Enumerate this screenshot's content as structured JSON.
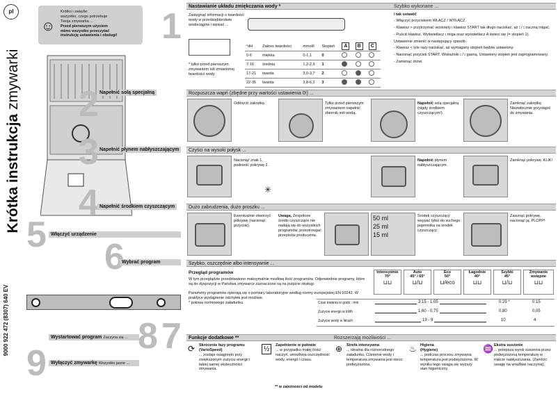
{
  "side": {
    "lang": "pl",
    "title_bold": "Krótka instrukcja",
    "title_rest": " zmywarki",
    "code": "9000 922 472 (8307) 640 EV"
  },
  "intro": {
    "line1": "Krótko i zwięźle:",
    "line2": "wszystko, czego potrzebuje",
    "line3": "Twoja zmywarka ...",
    "bold1": "Przed pierwszym użyciem",
    "bold2": "mimo wszystko przeczytać",
    "bold3": "instrukcję ustawienia i obsługi!"
  },
  "numbers": {
    "n1": "1",
    "n2": "2",
    "n3": "3",
    "n4": "4",
    "n5": "5",
    "n6": "6",
    "n7": "7",
    "n8": "8",
    "n9": "9"
  },
  "labels": {
    "salt": "Napełnić solą specjalną",
    "rinse": "Napełnić płynem nabłyszczającym",
    "detergent": "Napełnić środkiem czyszczącym",
    "power": "Włączyć urządzenie",
    "program": "Wybrać program",
    "start": "Wystartować program",
    "start_sub": "Zaczyna się ...",
    "off": "Wyłączyć zmywarkę",
    "off_sub": "Wszystko jasne ..."
  },
  "s1": {
    "head": "Nastawianie układu zmiękczania wody *",
    "right": "Szybko wykonane ...",
    "left_text": "Zasięgnąć informacji o twardości wody w przedsiębiorstwie wodociągów i wpisać ...",
    "footnote": "* tylko przed pierwszym zmywaniem lub zmianionej twardości wody",
    "table_head": [
      "°dH",
      "Zakres twardości",
      "mmol/l",
      "Stopień"
    ],
    "cols": [
      "A",
      "B",
      "C"
    ],
    "rows": [
      [
        "0-6",
        "miękka",
        "0-1,1",
        "0"
      ],
      [
        "7-16",
        "średnia",
        "1,2-2,9",
        "1"
      ],
      [
        "17-21",
        "twarda",
        "3,0-3,7",
        "2"
      ],
      [
        "22-35",
        "twarda",
        "3,8-6,2",
        "3"
      ]
    ],
    "steps_title": "i tak ustawić",
    "steps": [
      "- Włączyć przyciskiem WŁĄCZ / WYŁĄCZ.",
      "- Klawisz > przytrzymać wciśnięty i klawisz START tak długo naciskać, aż ⦂ / ⦂ zaczną migać.",
      "- Puścić klawisz. Wyświetlacz ⦂ miga oraz wyświetlacz A świeci się (= stopień 1).",
      "Ustawienie zmienić w następujący sposób.",
      "- Klawisz < tyle razy naciskać, aż wymagany stopień będzie ustawiony.",
      "- Nacisnąć przycisk START. Wskaźniki ⦂ / ⦂ gasną. Ustawiony stopień jest zaprogramowany.",
      "- Zamknąć drzwi."
    ]
  },
  "s2": {
    "head": "Rozpuszcza wapń (zbędne przy wartości ustawienia 0!) ...",
    "c1": "Odkręcić zakrętkę.",
    "c2": "Tylko przed pierwszym zmywaniem napełnić zbiornik soli wodą.",
    "c3_bold": "Napełnić",
    "c3": "solą specjalną (nigdy środkiem czyszczącym!).",
    "c4": "Zamknąć zakrętkę. Niezwłocznie przystąpić do zmywania."
  },
  "s3": {
    "head": "Czyści na wysoki połysk ...",
    "c1": "Nacisnąć znak 1, podnieść pokrywę 2.",
    "c2_bold": "Napełnić",
    "c2": "płynem nabłyszczającym.",
    "c3": "Zamknąć pokrywę. KLIK!"
  },
  "s4": {
    "head": "Dużo zabrudzenia, dużo proszku ...",
    "c1": "Ewentualnie otworzyć pokrywę (nacisnąć przycisk).",
    "c2_bold": "Uwaga,",
    "c2": "Zespolone środki czyszczące nie nadają się do wszystkich programów, przestrzegać przepisów producenta.",
    "ml": [
      "50 ml",
      "25 ml",
      "15 ml"
    ],
    "c3": "Środek czyszczący wsypać tylko do suchego pojemnika na środek czyszczący.",
    "c4": "Zasunąć pokrywę, nacisnąć ją. PLOPP!"
  },
  "s6": {
    "head": "Szybko, oszczędnie albo intensywnie ...",
    "overview": "Przegląd programów",
    "text1": "W tym przeglądzie przedstawiono maksymalnie możliwą ilość programów. Odpowiednie programy, które są do dyspozycji w Państwa zmywarce zaznaczone są na pulpicie obsługi.",
    "text2": "Parametry programów opierają się o pomiary laboratoryjne według normy europejskiej EN 50242. W praktyce wystąpienie odchyłek jest możliwe.",
    "text3": "* połowa normowego załadunku",
    "programs": [
      {
        "name": "Intensywnie",
        "temp": "70°",
        "icon": "⊔⊔"
      },
      {
        "name": "Auto",
        "temp": "45° / 65°",
        "icon": "⊔/⊔"
      },
      {
        "name": "Eco",
        "temp": "50°",
        "icon": "⊔/eco"
      },
      {
        "name": "Łagodnie",
        "temp": "40°",
        "icon": "⊔⊔"
      },
      {
        "name": "Szybki",
        "temp": "45°",
        "icon": "⊔/⊔"
      },
      {
        "name": "Zmywanie wstępne",
        "temp": "",
        "icon": "⊔⊔"
      }
    ],
    "metrics": [
      {
        "label": "Czas trwania w godz.: min",
        "range": "3:15 - 1:05",
        "v1": "0:29 *",
        "v2": "0:15"
      },
      {
        "label": "Zużycie energii w kWh",
        "range": "1,60 - 0,75",
        "v1": "0,80",
        "v2": "0,05"
      },
      {
        "label": "Zużycie wody w litrach",
        "range": "19 - 9",
        "v1": "10",
        "v2": "4"
      }
    ]
  },
  "s7": {
    "head": "Funkcje dodatkowe **",
    "sub": "Rozszerzają możliwości ...",
    "f": [
      {
        "icon": "⟳",
        "bold": "Skrócenie fazy programu",
        "sub": "(VarioSpeed)",
        "text": "... zostaje osiągnięto przy zwiększonym zużyciu energii i takiej samej skuteczności zmywania."
      },
      {
        "icon": "½",
        "bold": "Zapełnienie w połowie",
        "sub": "",
        "text": "... w przypadku małej ilości naczyń, umożliwia oszczędność wody, energii i czasu."
      },
      {
        "icon": "⊕",
        "bold": "Strefa intensywna",
        "sub": "",
        "text": "... idealna dla różnorodnego załadunku. Ciśnienie wody i temperatura zmywania jest nieco podwyższona."
      },
      {
        "icon": "♨",
        "bold": "Higiena",
        "sub": "(Hygiene)",
        "text": "... podczas procesu zmywania temperatura jest podwyższona. W wyniku tego osiąga się wyższy stan higieniczny."
      },
      {
        "icon": "♒",
        "bold": "Ekstra suszenie",
        "sub": "",
        "text": "... polepsza wynik suszenia przez podwyższoną temperaturę w trakcie nabłyszczania. (Zwrócić uwagę na wrażliwe naczynia)."
      }
    ],
    "footnote": "** w zależności od modelu"
  }
}
